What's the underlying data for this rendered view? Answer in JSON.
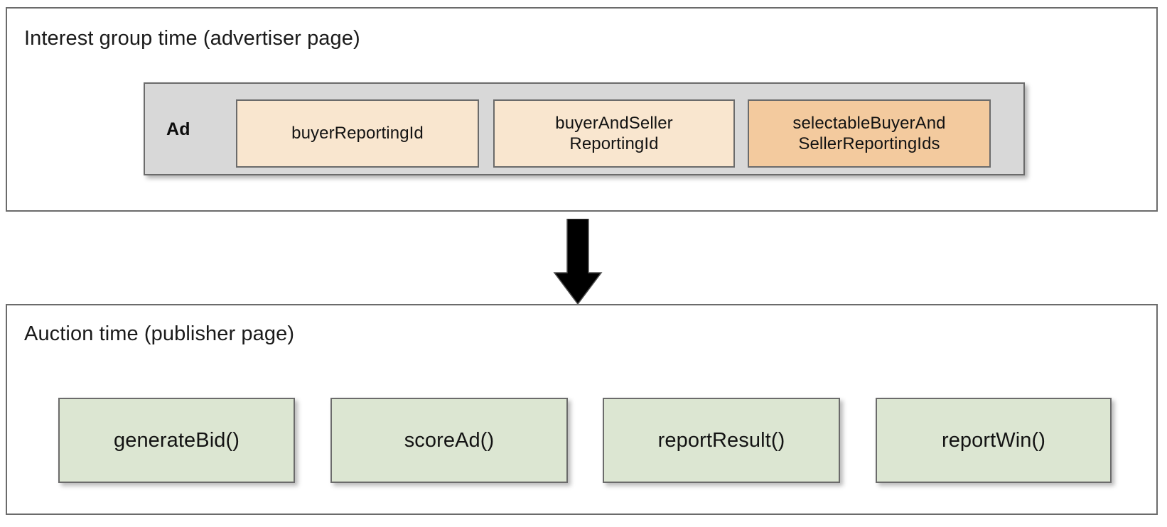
{
  "diagram": {
    "sections": [
      {
        "id": "interest-group-time",
        "title": "Interest group time (advertiser page)",
        "group_label": "Ad",
        "fields": [
          {
            "label": "buyerReportingId",
            "tone": "light"
          },
          {
            "label": "buyerAndSeller\nReportingId",
            "tone": "light"
          },
          {
            "label": "selectableBuyerAnd\nSellerReportingIds",
            "tone": "dark"
          }
        ]
      },
      {
        "id": "auction-time",
        "title": "Auction time (publisher page)",
        "functions": [
          {
            "label": "generateBid()"
          },
          {
            "label": "scoreAd()"
          },
          {
            "label": "reportResult()"
          },
          {
            "label": "reportWin()"
          }
        ]
      }
    ],
    "connector": {
      "icon": "down-arrow-icon",
      "direction": "down"
    },
    "colors": {
      "panel_border": "#6b6b6b",
      "group_fill": "#d8d8d8",
      "field_light": "#f9e6cf",
      "field_dark": "#f3ca9e",
      "function_fill": "#dce6d2",
      "arrow": "#000000",
      "text": "#131313",
      "background": "#ffffff"
    }
  }
}
